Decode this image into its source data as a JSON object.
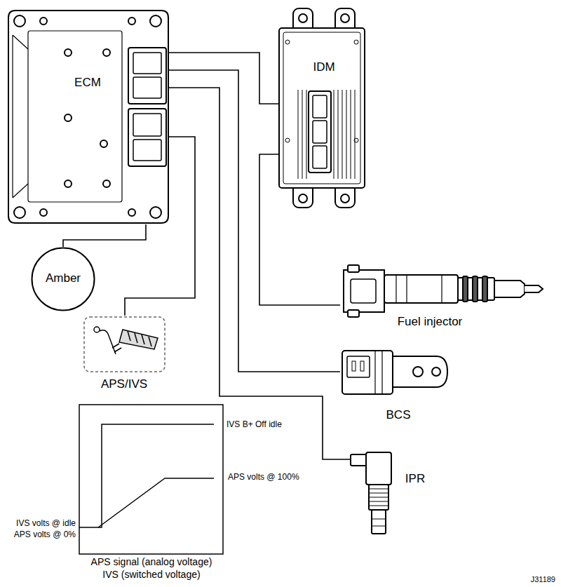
{
  "diagram": {
    "nodes": [
      {
        "text": [
          "ECM"
        ]
      },
      {
        "text": [
          "IDM"
        ]
      },
      {
        "text": [
          "Amber"
        ]
      },
      {
        "text": [
          "Fuel injector"
        ]
      },
      {
        "text": [
          "APS/IVS"
        ]
      },
      {
        "text": [
          "BCS"
        ]
      },
      {
        "text": [
          "IPR"
        ]
      }
    ],
    "edges": [
      {
        "from": 0,
        "to": 1,
        "arrow": "none"
      },
      {
        "from": 1,
        "to": 3,
        "arrow": "none"
      },
      {
        "from": 0,
        "to": 5,
        "arrow": "none"
      },
      {
        "from": 0,
        "to": 6,
        "arrow": "none"
      },
      {
        "from": 0,
        "to": 2,
        "arrow": "none"
      },
      {
        "from": 0,
        "to": 4,
        "arrow": "none"
      }
    ],
    "labels": [
      "IVS B+ Off idle",
      "APS volts @ 100%",
      "IVS volts @ idle",
      "APS volts @ 0%",
      "APS signal (analog voltage)",
      "IVS (switched voltage)",
      "J31189"
    ]
  }
}
